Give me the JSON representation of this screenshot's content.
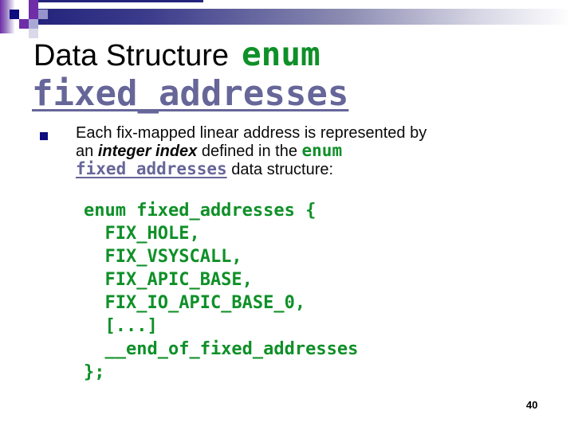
{
  "title": {
    "part_black": "Data Structure",
    "part_enum": "enum",
    "part_slate": "fixed_addresses"
  },
  "bullet": {
    "line1": "Each fix-mapped linear address is represented by",
    "line2_pre": "an ",
    "line2_emphasis": "integer index",
    "line2_mid": " defined in the ",
    "line2_code": "enum",
    "line3_code": "fixed_addresses",
    "line3_post": " data structure:"
  },
  "code_block": {
    "lines": [
      "enum fixed_addresses {",
      "  FIX_HOLE,",
      "  FIX_VSYSCALL,",
      "  FIX_APIC_BASE,",
      "  FIX_IO_APIC_BASE_0,",
      "  [...]",
      "  __end_of_fixed_addresses",
      "};"
    ]
  },
  "page_number": "40",
  "colors": {
    "code_green": "#0f9028",
    "slate": "#666699",
    "navy": "#0d0d7e",
    "bar_navy": "#23237c",
    "purple": "#6f2da8"
  }
}
